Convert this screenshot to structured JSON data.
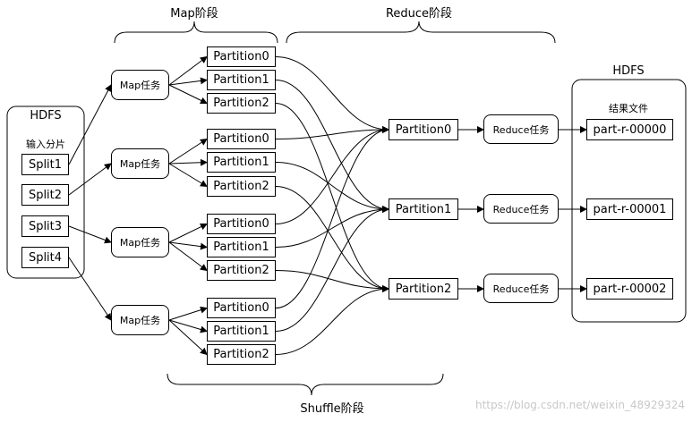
{
  "stage_labels": {
    "map": "Map阶段",
    "reduce": "Reduce阶段",
    "shuffle": "Shuffle阶段"
  },
  "input_hdfs": {
    "title": "HDFS",
    "subtitle": "输入分片",
    "splits": [
      "Split1",
      "Split2",
      "Split3",
      "Split4"
    ]
  },
  "map_task_label": "Map任务",
  "partition_labels": [
    "Partition0",
    "Partition1",
    "Partition2"
  ],
  "reduce_partitions": [
    "Partition0",
    "Partition1",
    "Partition2"
  ],
  "reduce_task_label": "Reduce任务",
  "output_hdfs": {
    "title": "HDFS",
    "subtitle": "结果文件",
    "files": [
      "part-r-00000",
      "part-r-00001",
      "part-r-00002"
    ]
  },
  "watermark": "https://blog.csdn.net/weixin_48929324"
}
